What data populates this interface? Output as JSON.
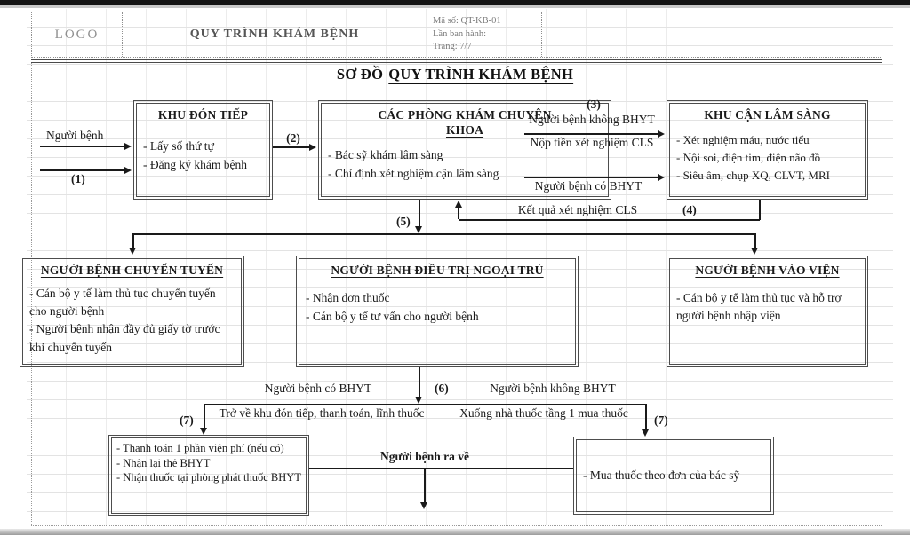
{
  "header": {
    "logo": "LOGO",
    "title": "QUY TRÌNH KHÁM BỆNH",
    "doc_code": "Mã số: QT-KB-01",
    "issue_line": "Lần ban hành:",
    "page_line": "Trang: 7/7"
  },
  "diagram_title": {
    "prefix": "SƠ ĐỒ",
    "underlined": "QUY TRÌNH KHÁM BỆNH"
  },
  "boxes": {
    "reception": {
      "title": "KHU ĐÓN TIẾP",
      "items": [
        "- Lấy số thứ tự",
        "- Đăng ký khám bệnh"
      ]
    },
    "clinics": {
      "title": "CÁC PHÒNG KHÁM CHUYÊN KHOA",
      "items": [
        "- Bác sỹ khám lâm sàng",
        "- Chỉ định xét nghiệm cận lâm sàng"
      ]
    },
    "paraclinical": {
      "title": "KHU CẬN LÂM SÀNG",
      "items": [
        "- Xét nghiệm máu, nước tiểu",
        "- Nội soi, điện tim, điện não đồ",
        "- Siêu âm, chụp XQ, CLVT, MRI"
      ]
    },
    "transfer": {
      "title": "NGƯỜI BỆNH CHUYỂN TUYẾN",
      "items": [
        "- Cán bộ y tế làm thủ tục chuyển tuyến cho người bệnh",
        "- Người bệnh nhận đầy đủ giấy tờ trước khi chuyển tuyến"
      ]
    },
    "outpatient": {
      "title": "NGƯỜI BỆNH ĐIỀU TRỊ NGOẠI TRÚ",
      "items": [
        "- Nhận đơn thuốc",
        "- Cán bộ y tế tư vấn cho người bệnh"
      ]
    },
    "admission": {
      "title": "NGƯỜI BỆNH VÀO VIỆN",
      "items": [
        "- Cán bộ y tế làm thủ tục và hỗ trợ người bệnh nhập viện"
      ]
    },
    "bhyt_checkout": {
      "items": [
        "- Thanh toán 1 phần viện phí (nếu có)",
        "- Nhận lại thẻ BHYT",
        "- Nhận thuốc tại phòng phát thuốc BHYT"
      ]
    },
    "pharmacy": {
      "items": [
        "- Mua thuốc theo đơn của bác sỹ"
      ]
    }
  },
  "labels": {
    "patient_in": "Người bệnh",
    "step1": "(1)",
    "step2": "(2)",
    "step3": "(3)",
    "step4": "(4)",
    "step5": "(5)",
    "step6": "(6)",
    "step7_left": "(7)",
    "step7_right": "(7)",
    "no_bhyt_top": "Người bệnh không BHYT",
    "pay_cls": "Nộp tiền xét nghiệm CLS",
    "has_bhyt_top": "Người bệnh có BHYT",
    "cls_result": "Kết quả xét nghiệm CLS",
    "has_bhyt_bottom": "Người bệnh có BHYT",
    "no_bhyt_bottom": "Người bệnh không BHYT",
    "return_reception": "Trở về khu đón tiếp, thanh toán, lĩnh thuốc",
    "go_pharmacy": "Xuống nhà thuốc tầng 1 mua thuốc",
    "leave": "Người bệnh ra về"
  },
  "colors": {
    "box_border": "#4d4d4d",
    "flow_line": "#1a1a1a",
    "grid_line": "#e3e3e3",
    "header_text": "#555555"
  }
}
